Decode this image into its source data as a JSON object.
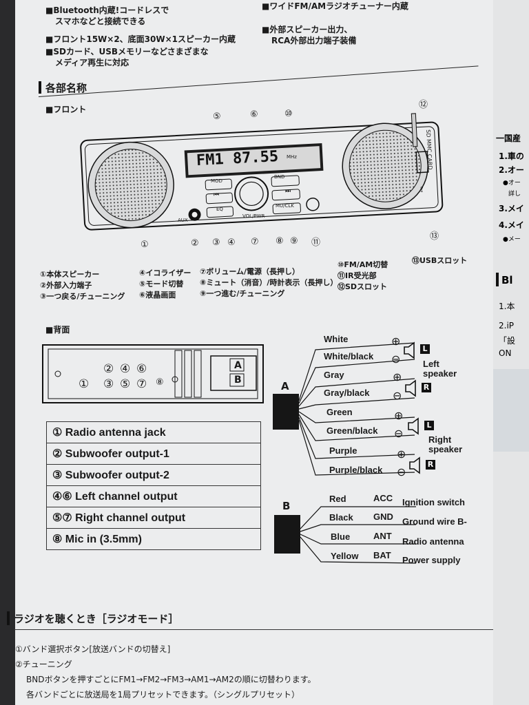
{
  "features_left": [
    "■Bluetooth内蔵!コードレスで",
    "スマホなどと接続できる",
    "■フロント15W×2、底面30W×1スピーカー内蔵",
    "■SDカード、USBメモリーなどさまざまな",
    "メディア再生に対応"
  ],
  "features_right": [
    "■ワイドFM/AMラジオチューナー内蔵",
    "■外部スピーカー出力、",
    "RCA外部出力端子装備"
  ],
  "section_parts": "各部名称",
  "front_heading": "■フロント",
  "rear_heading": "■背面",
  "device": {
    "display_text": "FM1 87.55",
    "mhz": "MHz",
    "buttons": {
      "mod": "MOD",
      "bnd": "BND",
      "prev": "⏮",
      "next": "⏭",
      "eq": "EQ",
      "mu_clk": "MU/CLK",
      "vol_pwr": "VOL/PWR",
      "aux": "AUX"
    },
    "sd_label": "SD MMC CARD",
    "usb_symbol": "⟟"
  },
  "callouts": [
    "①",
    "②",
    "③",
    "④",
    "⑤",
    "⑥",
    "⑦",
    "⑧",
    "⑨",
    "⑩",
    "⑪",
    "⑫",
    "⑬"
  ],
  "legend": {
    "col1": [
      "①本体スピーカー",
      "②外部入力端子",
      "③一つ戻る/チューニング"
    ],
    "col2": [
      "④イコライザー",
      "⑤モード切替",
      "⑥液晶画面"
    ],
    "col3": [
      "⑦ボリューム/電源（長押し）",
      "⑧ミュート（消音）/時計表示（長押し）",
      "⑨一つ進む/チューニング"
    ],
    "col4": [
      "⑩FM/AM切替",
      "⑪IR受光部",
      "⑫SDスロット"
    ],
    "col5": [
      "⑬USBスロット"
    ]
  },
  "rear_numbers": {
    "ports": [
      "①",
      "②",
      "④",
      "⑥",
      "③",
      "⑤",
      "⑦",
      "⑧"
    ],
    "conn_a": "A",
    "conn_b": "B"
  },
  "port_table": [
    "① Radio antenna jack",
    "② Subwoofer output-1",
    "③ Subwoofer output-2",
    "④⑥ Left channel output",
    "⑤⑦ Right channel output",
    "⑧ Mic in (3.5mm)"
  ],
  "harness_a": {
    "label": "A",
    "wires": [
      "White",
      "White/black",
      "Gray",
      "Gray/black",
      "Green",
      "Green/black",
      "Purple",
      "Purple/black"
    ],
    "left_speaker": "Left speaker",
    "right_speaker": "Right speaker",
    "plus": "⊕",
    "minus": "⊖",
    "ch_l": "L",
    "ch_r": "R"
  },
  "harness_b": {
    "label": "B",
    "wires": [
      "Red",
      "Black",
      "Blue",
      "Yellow"
    ],
    "codes": [
      "ACC",
      "GND",
      "ANT",
      "BAT"
    ],
    "functions": [
      "Ignition switch",
      "Ground wire B-",
      "Radio antenna",
      "Power supply"
    ]
  },
  "radio_section": {
    "title": "ラジオを聴くとき［ラジオモード］",
    "lines": [
      "①バンド選択ボタン[放送バンドの切替え]",
      "②チューニング",
      "BNDボタンを押すごとにFM1→FM2→FM3→AM1→AM2の順に切替わります。",
      "各バンドごとに放送局を1局プリセットできます。（シングルプリセット）"
    ]
  },
  "right_page": {
    "heading": "一国産",
    "items": [
      "1.車の",
      "2.オー",
      "●オー",
      "詳し",
      "3.メイ",
      "4.メイ",
      "●メー"
    ],
    "bl": "Bl",
    "bl_items": [
      "1.本",
      "2.iP",
      "「設",
      "ON"
    ]
  }
}
